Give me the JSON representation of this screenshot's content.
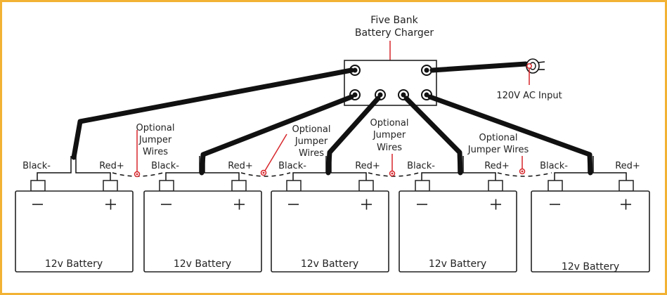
{
  "charger": {
    "title_line1": "Five Bank",
    "title_line2": "Battery Charger",
    "ac_input_label": "120V AC Input"
  },
  "batteries": [
    {
      "label": "12v Battery",
      "neg_label": "Black-",
      "pos_label": "Red+"
    },
    {
      "label": "12v Battery",
      "neg_label": "Black-",
      "pos_label": "Red+"
    },
    {
      "label": "12v Battery",
      "neg_label": "Black-",
      "pos_label": "Red+"
    },
    {
      "label": "12v Battery",
      "neg_label": "Black-",
      "pos_label": "Red+"
    },
    {
      "label": "12v Battery",
      "neg_label": "Black-",
      "pos_label": "Red+"
    }
  ],
  "jumpers": [
    {
      "lines": [
        "Optional",
        "Jumper",
        "Wires"
      ]
    },
    {
      "lines": [
        "Optional",
        "Jumper",
        "Wires"
      ]
    },
    {
      "lines": [
        "Optional",
        "Jumper",
        "Wires"
      ]
    },
    {
      "lines": [
        "Optional",
        "Jumper Wires"
      ]
    }
  ],
  "colors": {
    "frame": "#f2b233",
    "callout": "#d7262b",
    "cable": "#111111"
  }
}
